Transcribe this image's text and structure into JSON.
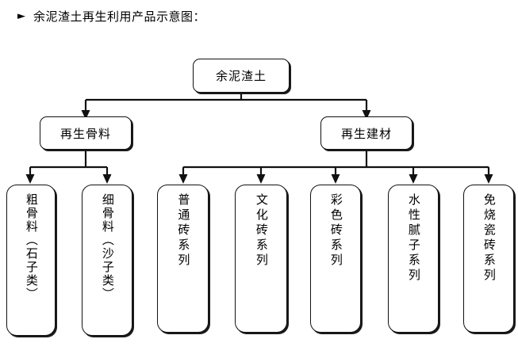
{
  "page": {
    "title_bullet": "►",
    "title": "余泥渣土再生利用产品示意图：",
    "background_color": "#ffffff",
    "line_color": "#111111",
    "box_fill": "#ffffff",
    "shadow_color": "#1a1a1a"
  },
  "chart_data": {
    "type": "diagram",
    "subtype": "tree-flowchart",
    "title": "余泥渣土再生利用产品示意图：",
    "orientation": "top-down",
    "levels": 3,
    "root": "余泥渣土",
    "nodes": [
      {
        "id": "root",
        "label": "余泥渣土",
        "level": 0,
        "parent": null,
        "text_direction": "horizontal"
      },
      {
        "id": "agg",
        "label": "再生骨料",
        "level": 1,
        "parent": "root",
        "text_direction": "horizontal"
      },
      {
        "id": "mat",
        "label": "再生建材",
        "level": 1,
        "parent": "root",
        "text_direction": "horizontal"
      },
      {
        "id": "coarse",
        "label": "粗骨料（石子类）",
        "level": 2,
        "parent": "agg",
        "text_direction": "vertical"
      },
      {
        "id": "fine",
        "label": "细骨料（沙子类）",
        "level": 2,
        "parent": "agg",
        "text_direction": "vertical"
      },
      {
        "id": "plain-brick",
        "label": "普通砖系列",
        "level": 2,
        "parent": "mat",
        "text_direction": "vertical"
      },
      {
        "id": "culture-brick",
        "label": "文化砖系列",
        "level": 2,
        "parent": "mat",
        "text_direction": "vertical"
      },
      {
        "id": "color-brick",
        "label": "彩色砖系列",
        "level": 2,
        "parent": "mat",
        "text_direction": "vertical"
      },
      {
        "id": "putty",
        "label": "水性腻子系列",
        "level": 2,
        "parent": "mat",
        "text_direction": "vertical"
      },
      {
        "id": "tile",
        "label": "免烧瓷砖系列",
        "level": 2,
        "parent": "mat",
        "text_direction": "vertical"
      }
    ],
    "edges": [
      {
        "from": "root",
        "to": "agg"
      },
      {
        "from": "root",
        "to": "mat"
      },
      {
        "from": "agg",
        "to": "coarse"
      },
      {
        "from": "agg",
        "to": "fine"
      },
      {
        "from": "mat",
        "to": "plain-brick"
      },
      {
        "from": "mat",
        "to": "culture-brick"
      },
      {
        "from": "mat",
        "to": "color-brick"
      },
      {
        "from": "mat",
        "to": "putty"
      },
      {
        "from": "mat",
        "to": "tile"
      }
    ]
  },
  "nodes": {
    "root": {
      "label": "余泥渣土"
    },
    "agg": {
      "label": "再生骨料"
    },
    "mat": {
      "label": "再生建材"
    },
    "coarse": {
      "label": "粗骨料（石子类）"
    },
    "fine": {
      "label": "细骨料（沙子类）"
    },
    "plain_brick": {
      "label": "普通砖系列"
    },
    "culture_brick": {
      "label": "文化砖系列"
    },
    "color_brick": {
      "label": "彩色砖系列"
    },
    "putty": {
      "label": "水性腻子系列"
    },
    "tile": {
      "label": "免烧瓷砖系列"
    }
  }
}
